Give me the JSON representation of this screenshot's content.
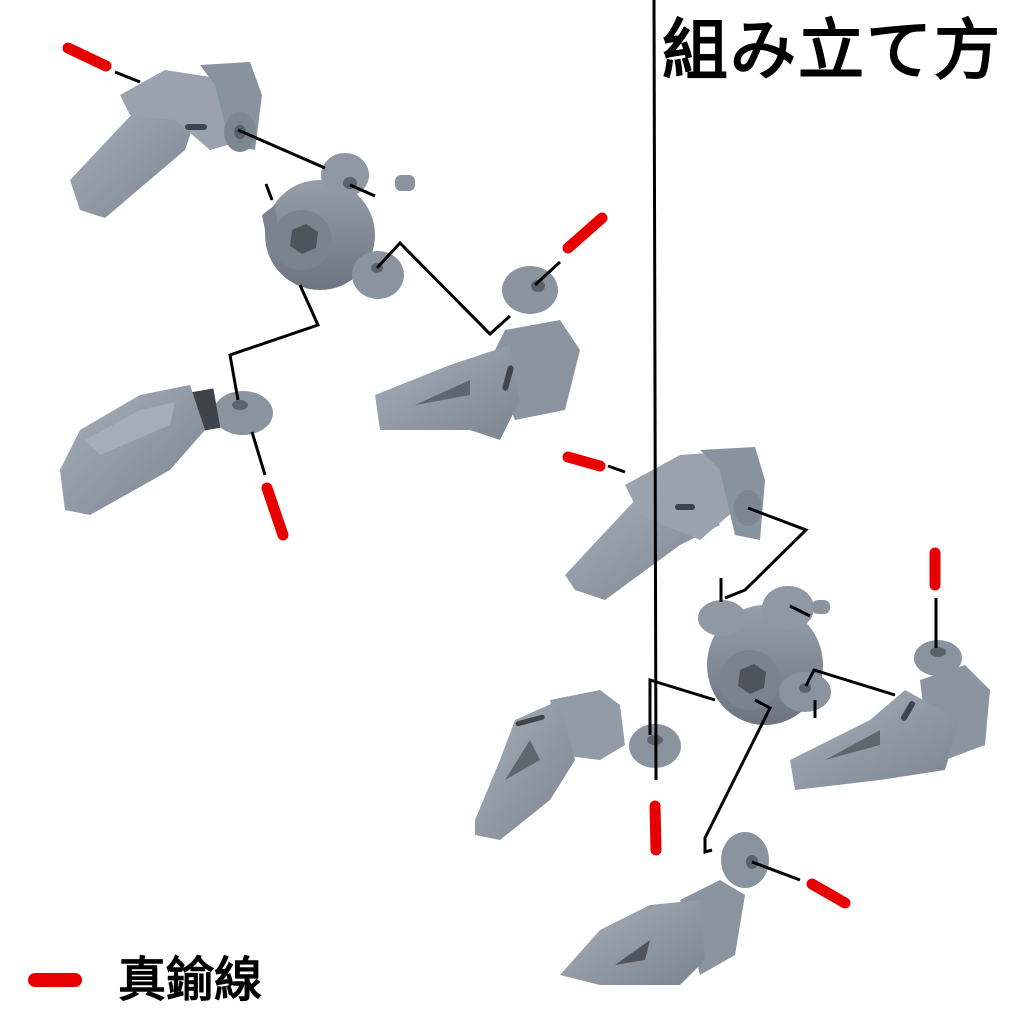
{
  "title": "組み立て方",
  "legend": {
    "items": [
      {
        "label": "真鍮線",
        "color": "#e60000",
        "icon": "red-bar-icon"
      }
    ]
  },
  "colors": {
    "part_fill": "#8a949f",
    "part_light": "#a3acb6",
    "part_dark": "#5d656e",
    "guide_line": "#000000",
    "brass_wire": "#e60000"
  },
  "assemblies": [
    {
      "name": "assembly-top-left",
      "parts": [
        "upper-arm-part",
        "hub-joint",
        "lower-arm-part",
        "foot-part"
      ]
    },
    {
      "name": "assembly-bottom-right",
      "parts": [
        "upper-arm-part",
        "hub-joint",
        "lower-arm-part",
        "foot-part",
        "claw-part"
      ]
    }
  ]
}
